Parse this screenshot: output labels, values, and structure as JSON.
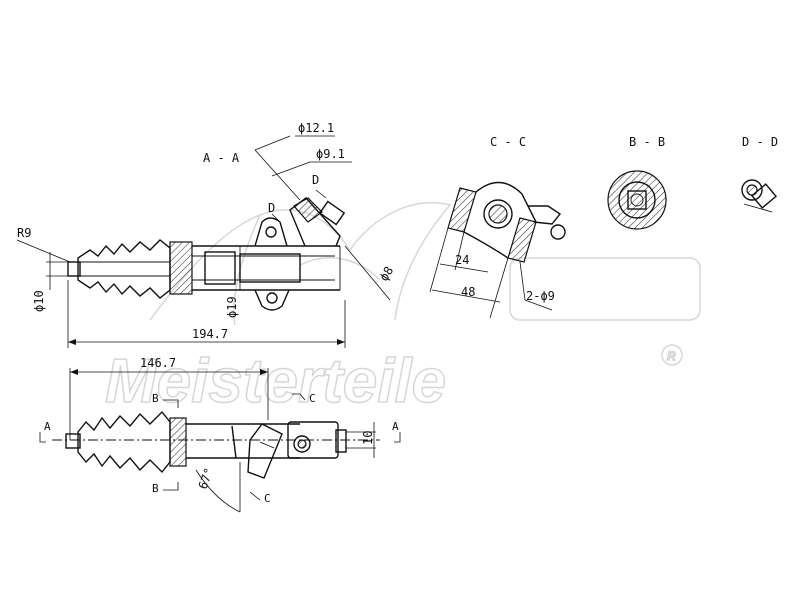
{
  "watermark": {
    "brand": "Meisterteile",
    "registered": "R"
  },
  "sections": {
    "aa": "A - A",
    "cc": "C - C",
    "bb": "B - B",
    "dd": "D - D"
  },
  "markers": {
    "a": "A",
    "b": "B",
    "c": "C",
    "d": "D"
  },
  "dimensions": {
    "r9": "R9",
    "phi10": "ϕ10",
    "phi19": "ϕ19",
    "phi8": "ϕ8",
    "phi12_1": "ϕ12.1",
    "phi9_1": "ϕ9.1",
    "len_194_7": "194.7",
    "len_146_7": "146.7",
    "d24": "24",
    "d48": "48",
    "two_phi9": "2-ϕ9",
    "d10": "10",
    "angle67": "67°"
  }
}
